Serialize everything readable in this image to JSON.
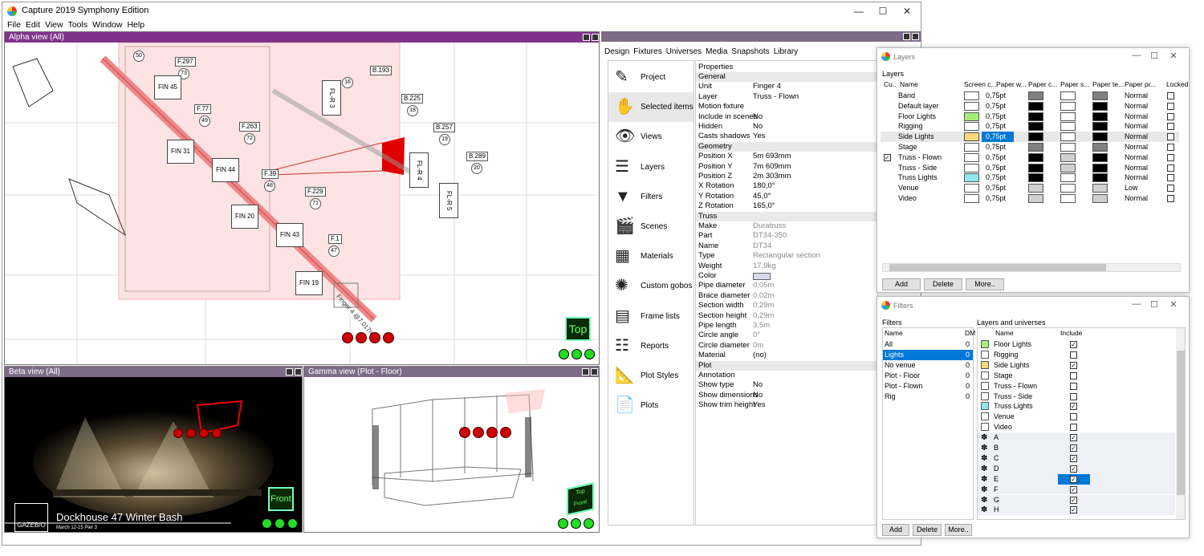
{
  "app": {
    "title": "Capture 2019 Symphony Edition"
  },
  "menu": [
    "File",
    "Edit",
    "View",
    "Tools",
    "Window",
    "Help"
  ],
  "views": {
    "alpha": {
      "header": "Alpha view  (All)",
      "top_button": "Top",
      "dim_label": "Finger 4 @7.017m",
      "tags": [
        "F.297",
        "F.77",
        "F.263",
        "F.39",
        "F.229",
        "F.1",
        "B.193",
        "B.225",
        "B.257",
        "B.289"
      ],
      "numbers": [
        "50",
        "73",
        "49",
        "72",
        "48",
        "71",
        "47",
        "16",
        "18",
        "19",
        "20"
      ],
      "fixtures": [
        "FIN 45",
        "FIN 31",
        "FIN 44",
        "FIN 20",
        "FIN 43",
        "FIN 19"
      ],
      "vertical_fixtures": [
        "FL-R 3",
        "FL-R 4",
        "FL-R 5"
      ]
    },
    "beta": {
      "header": "Beta view  (All)",
      "front_button": "Front",
      "brand": "GAZEB/O",
      "event_title": "Dockhouse 47 Winter Bash",
      "event_sub": "March 12-15 Pier 3"
    },
    "gamma": {
      "header": "Gamma view  (Plot - Floor)",
      "cube_top": "Top",
      "cube_front": "Front"
    }
  },
  "tabs": [
    "Design",
    "Fixtures",
    "Universes",
    "Media",
    "Snapshots",
    "Library"
  ],
  "nav": [
    {
      "label": "Project",
      "icon": "project-icon"
    },
    {
      "label": "Selected items",
      "icon": "selected-items-icon"
    },
    {
      "label": "Views",
      "icon": "eye-icon"
    },
    {
      "label": "Layers",
      "icon": "layers-icon"
    },
    {
      "label": "Filters",
      "icon": "filter-icon"
    },
    {
      "label": "Scenes",
      "icon": "clapper-icon"
    },
    {
      "label": "Materials",
      "icon": "brick-icon"
    },
    {
      "label": "Custom gobos",
      "icon": "gobo-icon"
    },
    {
      "label": "Frame lists",
      "icon": "frame-list-icon"
    },
    {
      "label": "Reports",
      "icon": "report-icon"
    },
    {
      "label": "Plot Styles",
      "icon": "ruler-icon"
    },
    {
      "label": "Plots",
      "icon": "plots-icon"
    }
  ],
  "properties": {
    "header": "Properties",
    "rows": [
      {
        "k": "General",
        "v": "",
        "sec": true
      },
      {
        "k": "Unit",
        "v": "Finger 4"
      },
      {
        "k": "Layer",
        "v": "Truss - Flown"
      },
      {
        "k": "Motion fixture",
        "v": ""
      },
      {
        "k": "Include in scenes",
        "v": "No"
      },
      {
        "k": "Hidden",
        "v": "No"
      },
      {
        "k": "Casts shadows",
        "v": "Yes"
      },
      {
        "k": "Geometry",
        "v": "",
        "sec": true
      },
      {
        "k": "Position X",
        "v": "5m 693mm"
      },
      {
        "k": "Position Y",
        "v": "7m 609mm"
      },
      {
        "k": "Position Z",
        "v": "2m 303mm"
      },
      {
        "k": "X Rotation",
        "v": "180,0°"
      },
      {
        "k": "Y Rotation",
        "v": "45,0°"
      },
      {
        "k": "Z Rotation",
        "v": "165,0°"
      },
      {
        "k": "Truss",
        "v": "",
        "sec": true
      },
      {
        "k": "Make",
        "v": "Duratruss",
        "gray": true
      },
      {
        "k": "Part",
        "v": "DT34-350",
        "gray": true
      },
      {
        "k": "Name",
        "v": "DT34",
        "gray": true
      },
      {
        "k": "Type",
        "v": "Rectangular section",
        "gray": true
      },
      {
        "k": "Weight",
        "v": "17,9kg",
        "gray": true
      },
      {
        "k": "Color",
        "v": "",
        "swatch": true
      },
      {
        "k": "Pipe diameter",
        "v": "0,05m",
        "gray": true
      },
      {
        "k": "Brace diameter",
        "v": "0,02m",
        "gray": true
      },
      {
        "k": "Section width",
        "v": "0,29m",
        "gray": true
      },
      {
        "k": "Section height",
        "v": "0,29m",
        "gray": true
      },
      {
        "k": "Pipe length",
        "v": "3,5m",
        "gray": true
      },
      {
        "k": "Circle angle",
        "v": "0°",
        "gray": true
      },
      {
        "k": "Circle diameter",
        "v": "0m",
        "gray": true
      },
      {
        "k": "Material",
        "v": "(no)"
      },
      {
        "k": "Plot",
        "v": "",
        "sec": true
      },
      {
        "k": "Annotation",
        "v": ""
      },
      {
        "k": "Show type",
        "v": "No"
      },
      {
        "k": "Show dimensions",
        "v": "No"
      },
      {
        "k": "Show trim height",
        "v": "Yes"
      }
    ]
  },
  "layers_dialog": {
    "title": "Layers",
    "section": "Layers",
    "columns": [
      "Cu..",
      "Name",
      "Screen c...",
      "Paper w...",
      "Paper c...",
      "Paper s...",
      "Paper te...",
      "Paper pr...",
      "Locked"
    ],
    "rows": [
      {
        "name": "Band",
        "screen": "#ffffff",
        "w": "0,75pt",
        "pc": "#808080",
        "ps": "#ffffff",
        "pt": "#808080",
        "pr": "Normal"
      },
      {
        "name": "Default layer",
        "screen": "#ffffff",
        "w": "0,75pt",
        "pc": "#000000",
        "ps": "#ffffff",
        "pt": "#000000",
        "pr": "Normal"
      },
      {
        "name": "Floor Lights",
        "screen": "#a6ee7c",
        "w": "0,75pt",
        "pc": "#000000",
        "ps": "#ffffff",
        "pt": "#000000",
        "pr": "Normal"
      },
      {
        "name": "Rigging",
        "screen": "#ffffff",
        "w": "0,75pt",
        "pc": "#000000",
        "ps": "#ffffff",
        "pt": "#000000",
        "pr": "Normal"
      },
      {
        "name": "Side Lights",
        "screen": "#f6d97a",
        "w": "0,75pt",
        "pc": "#000000",
        "ps": "#ffffff",
        "pt": "#000000",
        "pr": "Normal",
        "selected": true
      },
      {
        "name": "Stage",
        "screen": "#ffffff",
        "w": "0,75pt",
        "pc": "#808080",
        "ps": "#ffffff",
        "pt": "#808080",
        "pr": "Normal"
      },
      {
        "name": "Truss - Flown",
        "screen": "#ffffff",
        "w": "0,75pt",
        "pc": "#000000",
        "ps": "#d0d0d0",
        "pt": "#000000",
        "pr": "Normal",
        "current": true
      },
      {
        "name": "Truss - Side",
        "screen": "#ffffff",
        "w": "0,75pt",
        "pc": "#000000",
        "ps": "#d0d0d0",
        "pt": "#000000",
        "pr": "Normal"
      },
      {
        "name": "Truss Lights",
        "screen": "#8fe8f0",
        "w": "0,75pt",
        "pc": "#000000",
        "ps": "#ffffff",
        "pt": "#000000",
        "pr": "Normal"
      },
      {
        "name": "Venue",
        "screen": "#ffffff",
        "w": "0,75pt",
        "pc": "#d0d0d0",
        "ps": "#ffffff",
        "pt": "#d0d0d0",
        "pr": "Low"
      },
      {
        "name": "Video",
        "screen": "#ffffff",
        "w": "0,75pt",
        "pc": "#d0d0d0",
        "ps": "#ffffff",
        "pt": "#d0d0d0",
        "pr": "Normal"
      }
    ],
    "buttons": {
      "add": "Add",
      "delete": "Delete",
      "more": "More.."
    }
  },
  "filters_dialog": {
    "title": "Filters",
    "section_filters": "Filters",
    "section_layers": "Layers and universes",
    "filter_cols": [
      "Name",
      "DM"
    ],
    "filters": [
      {
        "name": "All",
        "n": "0"
      },
      {
        "name": "Lights",
        "n": "0",
        "selected": true
      },
      {
        "name": "No venue",
        "n": "0"
      },
      {
        "name": "Plot - Floor",
        "n": "0"
      },
      {
        "name": "Plot - Flown",
        "n": "0"
      },
      {
        "name": "Rig",
        "n": "0"
      }
    ],
    "layer_cols": [
      "Name",
      "Include"
    ],
    "layers": [
      {
        "name": "Floor Lights",
        "color": "#a6ee7c",
        "inc": true
      },
      {
        "name": "Rigging",
        "color": "#ffffff",
        "inc": false
      },
      {
        "name": "Side Lights",
        "color": "#f6d97a",
        "inc": true
      },
      {
        "name": "Stage",
        "color": "#ffffff",
        "inc": false
      },
      {
        "name": "Truss - Flown",
        "color": "#ffffff",
        "inc": false
      },
      {
        "name": "Truss - Side",
        "color": "#ffffff",
        "inc": false
      },
      {
        "name": "Truss Lights",
        "color": "#8fe8f0",
        "inc": true
      },
      {
        "name": "Venue",
        "color": "#ffffff",
        "inc": false
      },
      {
        "name": "Video",
        "color": "#ffffff",
        "inc": false
      },
      {
        "name": "A",
        "dmx": true,
        "inc": true
      },
      {
        "name": "B",
        "dmx": true,
        "inc": true
      },
      {
        "name": "C",
        "dmx": true,
        "inc": true
      },
      {
        "name": "D",
        "dmx": true,
        "inc": true
      },
      {
        "name": "E",
        "dmx": true,
        "inc": true,
        "selected": true
      },
      {
        "name": "F",
        "dmx": true,
        "inc": true
      },
      {
        "name": "G",
        "dmx": true,
        "inc": true
      },
      {
        "name": "H",
        "dmx": true,
        "inc": true
      }
    ],
    "buttons": {
      "add": "Add",
      "delete": "Delete",
      "more": "More.."
    }
  },
  "colors": {
    "alpha_header": "#80338a",
    "view_header": "#7d6b87",
    "selection": "#0078d7",
    "truss_red": "#e00000"
  }
}
